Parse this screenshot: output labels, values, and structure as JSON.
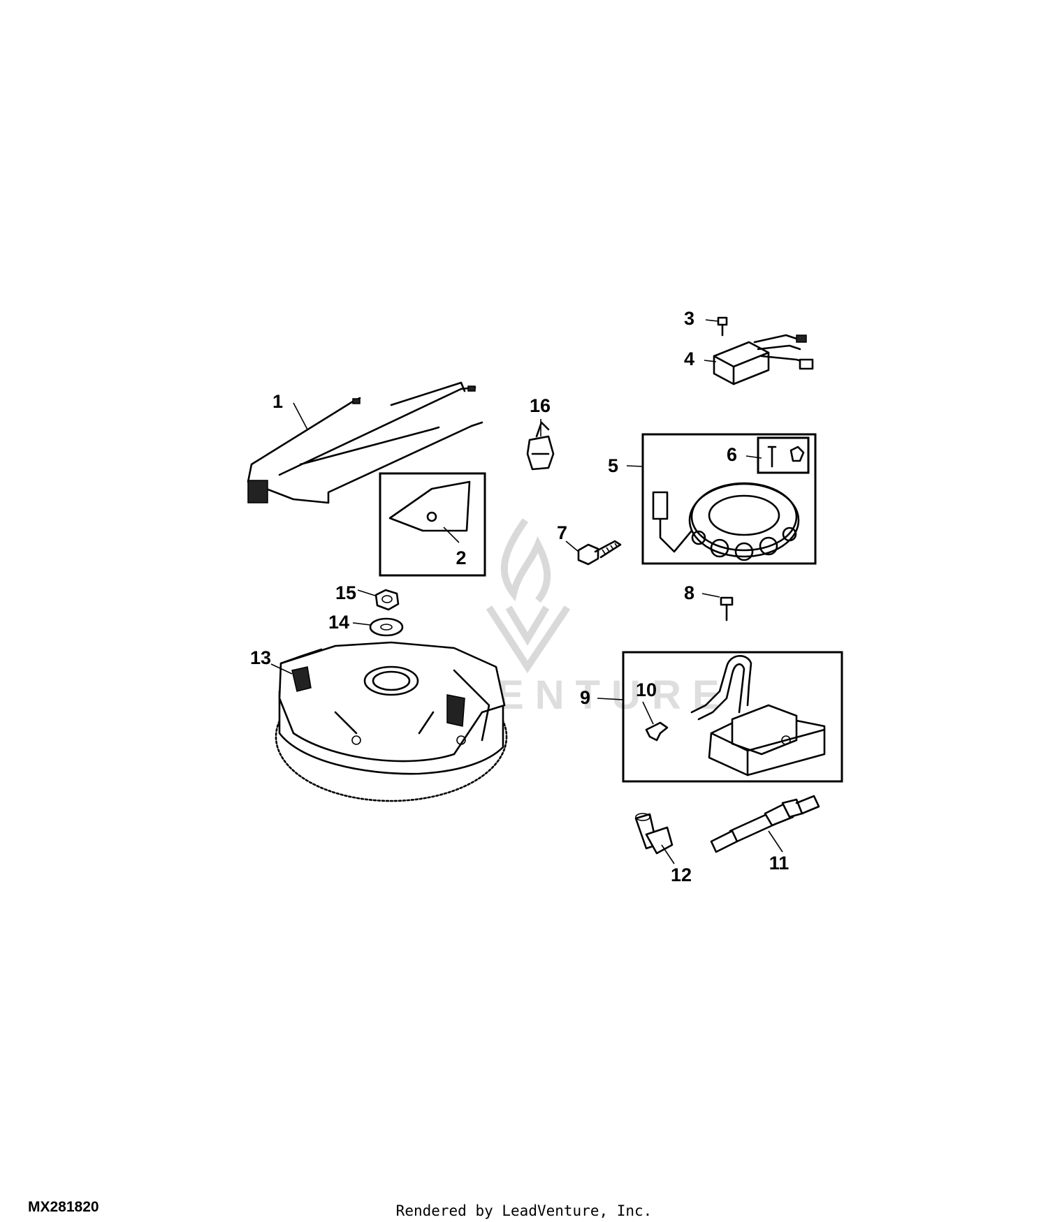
{
  "diagram": {
    "code": "MX281820",
    "credit": "Rendered by LeadVenture, Inc.",
    "watermark": "LEADVENTURE",
    "callouts": [
      "1",
      "2",
      "3",
      "4",
      "5",
      "6",
      "7",
      "8",
      "9",
      "10",
      "11",
      "12",
      "13",
      "14",
      "15",
      "16"
    ]
  }
}
